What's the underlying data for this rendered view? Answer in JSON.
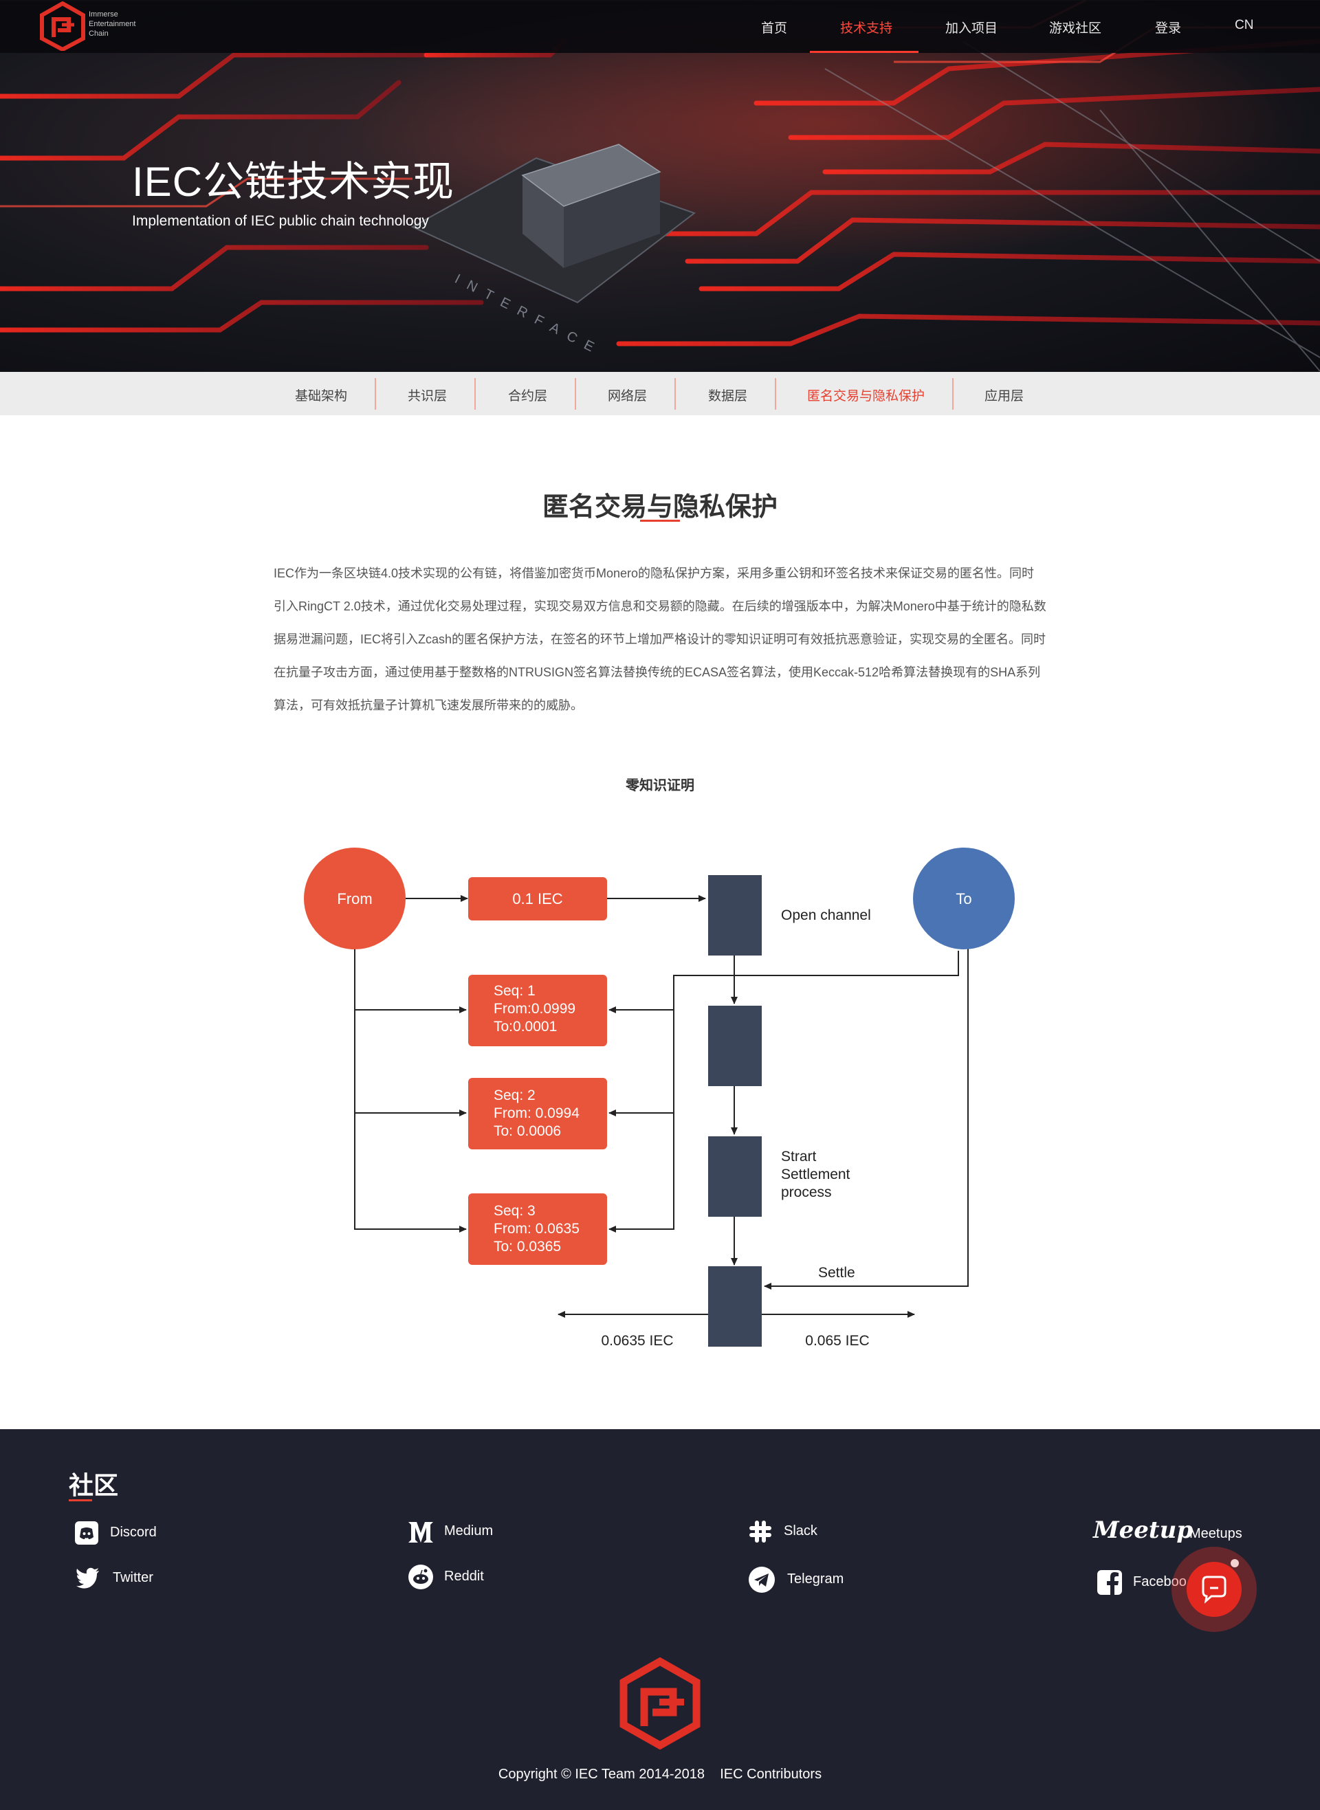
{
  "header": {
    "logo_text": [
      "Immerse",
      "Entertainment",
      "Chain"
    ],
    "nav": [
      {
        "label": "首页"
      },
      {
        "label": "技术支持",
        "active": true
      },
      {
        "label": "加入项目"
      },
      {
        "label": "游戏社区"
      },
      {
        "label": "登录"
      },
      {
        "label": "CN"
      }
    ]
  },
  "hero": {
    "title": "IEC公链技术实现",
    "subtitle": "Implementation of IEC public chain technology",
    "chip_label": "INTERFACE"
  },
  "subnav": [
    {
      "label": "基础架构"
    },
    {
      "label": "共识层"
    },
    {
      "label": "合约层"
    },
    {
      "label": "网络层"
    },
    {
      "label": "数据层"
    },
    {
      "label": "匿名交易与隐私保护",
      "active": true
    },
    {
      "label": "应用层"
    }
  ],
  "section": {
    "title": "匿名交易与隐私保护",
    "paragraph": "IEC作为一条区块链4.0技术实现的公有链，将借鉴加密货币Monero的隐私保护方案，采用多重公钥和环签名技术来保证交易的匿名性。同时引入RingCT 2.0技术，通过优化交易处理过程，实现交易双方信息和交易额的隐藏。在后续的增强版本中，为解决Monero中基于统计的隐私数据易泄漏问题，IEC将引入Zcash的匿名保护方法，在签名的环节上增加严格设计的零知识证明可有效抵抗恶意验证，实现交易的全匿名。同时在抗量子攻击方面，通过使用基于整数格的NTRUSIGN签名算法替换传统的ECASA签名算法，使用Keccak-512哈希算法替换现有的SHA系列算法，可有效抵抗量子计算机飞速发展所带来的的威胁。"
  },
  "diagram": {
    "title": "零知识证明",
    "from_label": "From",
    "to_label": "To",
    "amount_box": "0.1 IEC",
    "seqs": [
      {
        "seq": "Seq: 1",
        "from": "From:0.0999",
        "to": "To:0.0001"
      },
      {
        "seq": "Seq: 2",
        "from": "From: 0.0994",
        "to": "To: 0.0006"
      },
      {
        "seq": "Seq: 3",
        "from": "From: 0.0635",
        "to": "To: 0.0365"
      }
    ],
    "open_channel": "Open channel",
    "settlement": [
      "Strart",
      "Settlement",
      "process"
    ],
    "settle": "Settle",
    "out_left": "0.0635 IEC",
    "out_right": "0.065 IEC",
    "colors": {
      "orange": "#e8553b",
      "blue": "#4a74b4",
      "navy": "#3b465b"
    }
  },
  "footer": {
    "community_title": "社区",
    "links": [
      {
        "label": "Discord",
        "icon": "discord-icon"
      },
      {
        "label": "Medium",
        "icon": "medium-icon"
      },
      {
        "label": "Slack",
        "icon": "slack-icon"
      },
      {
        "label": "Meetups",
        "icon": "meetup-icon",
        "logo_text": "Meetup"
      },
      {
        "label": "Twitter",
        "icon": "twitter-icon"
      },
      {
        "label": "Reddit",
        "icon": "reddit-icon"
      },
      {
        "label": "Telegram",
        "icon": "telegram-icon"
      },
      {
        "label": "Faceboo",
        "icon": "facebook-icon"
      }
    ],
    "copyright": "Copyright © IEC Team 2014-2018    IEC Contributors"
  }
}
